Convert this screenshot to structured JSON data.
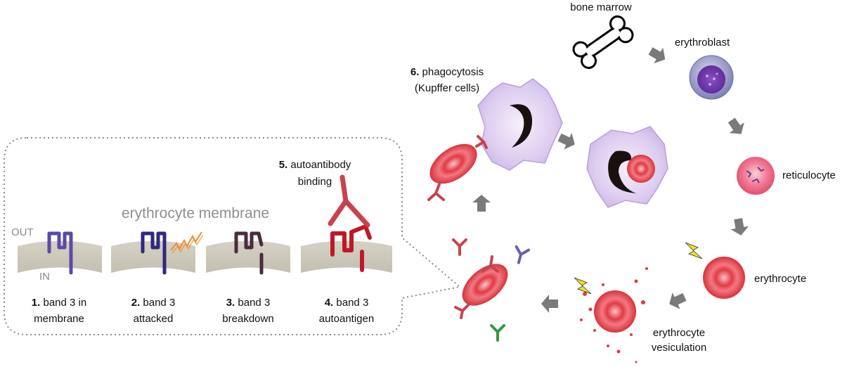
{
  "labels": {
    "bone_marrow": "bone marrow",
    "erythroblast": "erythroblast",
    "reticulocyte": "reticulocyte",
    "erythrocyte": "erythrocyte",
    "vesiculation_line1": "erythrocyte",
    "vesiculation_line2": "vesiculation",
    "phagocytosis_num": "6.",
    "phagocytosis_line1": " phagocytosis",
    "phagocytosis_line2": "(Kupffer cells)",
    "autoantibody_num": "5.",
    "autoantibody_line1": " autoantibody",
    "autoantibody_line2": "binding",
    "membrane_title": "erythrocyte membrane",
    "out": "OUT",
    "in": "IN"
  },
  "steps": [
    {
      "num": "1.",
      "line1": " band 3 in",
      "line2": "membrane"
    },
    {
      "num": "2.",
      "line1": " band 3",
      "line2": "attacked"
    },
    {
      "num": "3.",
      "line1": " band 3",
      "line2": "breakdown"
    },
    {
      "num": "4.",
      "line1": " band 3",
      "line2": "autoantigen"
    }
  ],
  "colors": {
    "arrow": "#7a7a7a",
    "rbc": "#e23a44",
    "macrophage": "#d9c6ee",
    "nucleus": "#1a1010",
    "band3_normal": "#5b4aa8",
    "band3_attacked": "#2f2a7e",
    "band3_breakdown": "#4a2c3c",
    "antibody_red": "#c8434e",
    "antibody_purple": "#6a5fb0",
    "antibody_green": "#2f9a3a",
    "membrane": "#cfcbbd",
    "lightning": "#f5e020"
  },
  "icons": [
    "bone-icon",
    "lightning-icon",
    "antibody-icon",
    "zigzag-icon"
  ]
}
